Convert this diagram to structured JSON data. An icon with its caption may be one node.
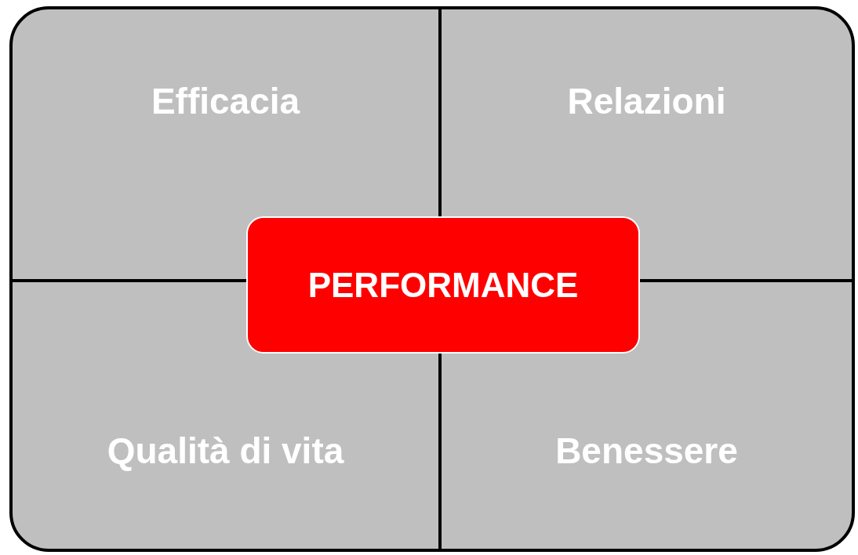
{
  "diagram": {
    "nodes": [
      {
        "text": [
          "Efficacia"
        ]
      },
      {
        "text": [
          "Relazioni"
        ]
      },
      {
        "text": [
          "PERFORMANCE"
        ]
      },
      {
        "text": [
          "Qualità di vita"
        ]
      },
      {
        "text": [
          "Benessere"
        ]
      }
    ],
    "edges": []
  }
}
